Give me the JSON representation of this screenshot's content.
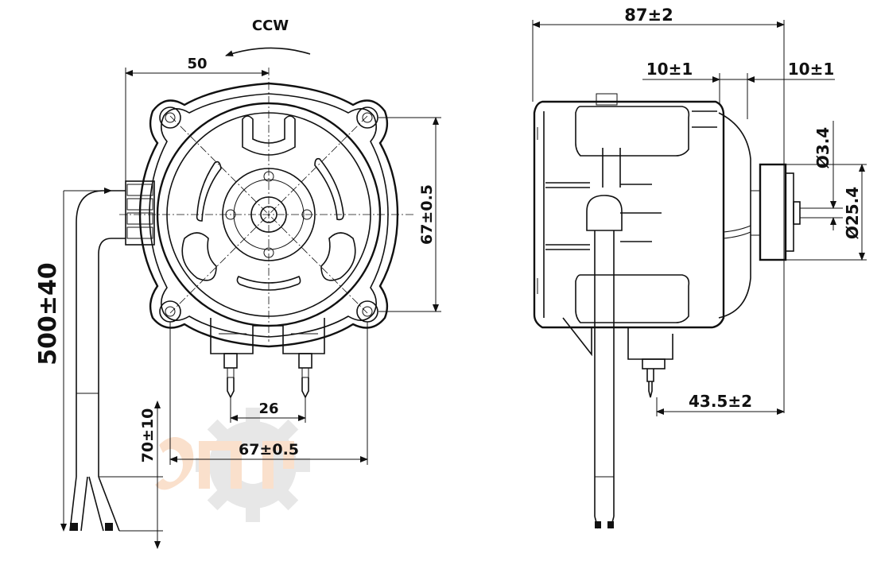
{
  "rotation_label": "CCW",
  "front_view": {
    "dim_top_width": "50",
    "dim_right_height": "67±0.5",
    "dim_left_cable_length": "500±40",
    "dim_terminal_spacing": "26",
    "dim_mount_spacing": "67±0.5",
    "dim_lead_strip": "70±10"
  },
  "side_view": {
    "dim_overall_length": "87±2",
    "dim_left_offset": "10±1",
    "dim_right_offset": "10±1",
    "dim_shaft_diameter": "Ø3.4",
    "dim_hub_diameter": "Ø25.4",
    "dim_terminal_offset": "43.5±2"
  },
  "watermark": {
    "colors": {
      "gear": "#c9c9c9",
      "text": "#f3c19a"
    }
  }
}
